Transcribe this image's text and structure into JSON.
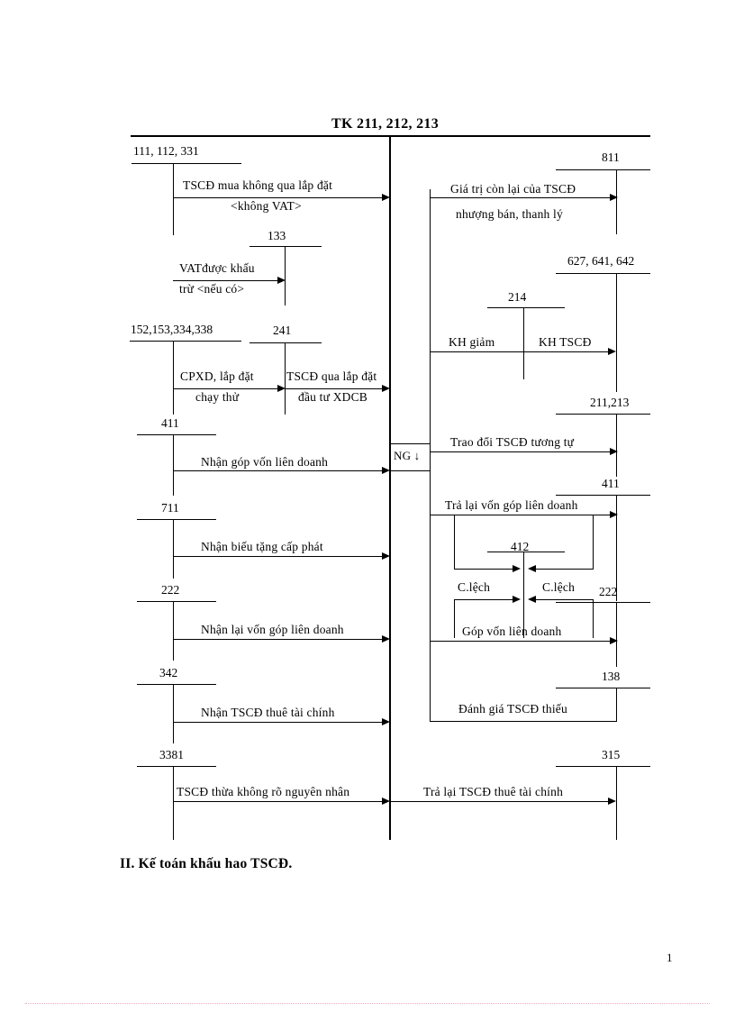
{
  "document": {
    "title": "TK 211, 212, 213",
    "section_heading": "II. Kế toán khấu hao TSCĐ.",
    "page_number": "1"
  },
  "center_account": {
    "label": "TK 211, 212, 213",
    "balance_marker": "NG ↓"
  },
  "left_accounts": [
    {
      "code": "111, 112, 331"
    },
    {
      "code": "133"
    },
    {
      "code": "152,153,334,338"
    },
    {
      "code": "241"
    },
    {
      "code": "411"
    },
    {
      "code": "711"
    },
    {
      "code": "222"
    },
    {
      "code": "342"
    },
    {
      "code": "3381"
    }
  ],
  "right_accounts": [
    {
      "code": "811"
    },
    {
      "code": "627, 641, 642"
    },
    {
      "code": "214"
    },
    {
      "code": "211,213"
    },
    {
      "code": "411"
    },
    {
      "code": "412"
    },
    {
      "code": "222"
    },
    {
      "code": "138"
    },
    {
      "code": "315"
    }
  ],
  "left_flows": [
    {
      "line1": "TSCĐ mua không qua lắp đặt",
      "line2": "<không VAT>"
    },
    {
      "line1": "VATđược khấu",
      "line2": "trừ <nếu có>"
    },
    {
      "line1": "CPXD, lắp đặt",
      "line2": "chạy thử"
    },
    {
      "line1": "TSCĐ qua lắp đặt",
      "line2": "đầu tư XDCB"
    },
    {
      "line1": "Nhận góp vốn liên  doanh",
      "line2": ""
    },
    {
      "line1": "Nhận biếu tặng cấp phát",
      "line2": ""
    },
    {
      "line1": "Nhận lại vốn góp liên  doanh",
      "line2": ""
    },
    {
      "line1": "Nhận TSCĐ thuê tài chính",
      "line2": ""
    },
    {
      "line1": "TSCĐ thừa không rõ nguyên  nhân",
      "line2": ""
    }
  ],
  "right_flows": [
    {
      "line1": "Giá trị còn lại của TSCĐ",
      "line2": "nhượng bán, thanh lý"
    },
    {
      "line1": "KH giảm",
      "line2": ""
    },
    {
      "line1": "KH TSCĐ",
      "line2": ""
    },
    {
      "line1": "Trao đổi TSCĐ tương tự",
      "line2": ""
    },
    {
      "line1": "Trả lại vốn góp liên  doanh",
      "line2": ""
    },
    {
      "line1": "C.lệch",
      "line2": ""
    },
    {
      "line1": "C.lệch",
      "line2": ""
    },
    {
      "line1": "Góp vốn liên  doanh",
      "line2": ""
    },
    {
      "line1": "Đánh giá TSCĐ thiếu",
      "line2": ""
    },
    {
      "line1": "Trả lại TSCĐ thuê tài chính",
      "line2": ""
    }
  ],
  "colors": {
    "ink": "#000000",
    "paper": "#ffffff",
    "footer_rule": "#f0a8c8"
  }
}
